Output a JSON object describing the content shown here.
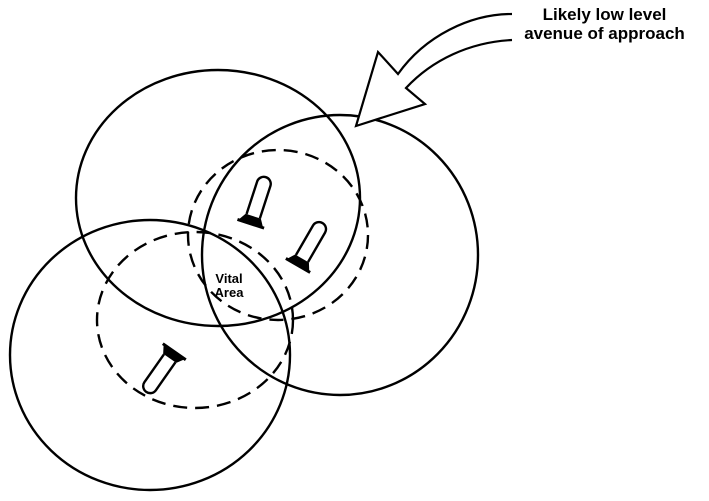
{
  "callout": {
    "line1": "Likely low level",
    "line2": "avenue of approach"
  },
  "center": {
    "line1": "Vital",
    "line2": "Area"
  },
  "colors": {
    "stroke": "#000000",
    "background": "#ffffff"
  }
}
